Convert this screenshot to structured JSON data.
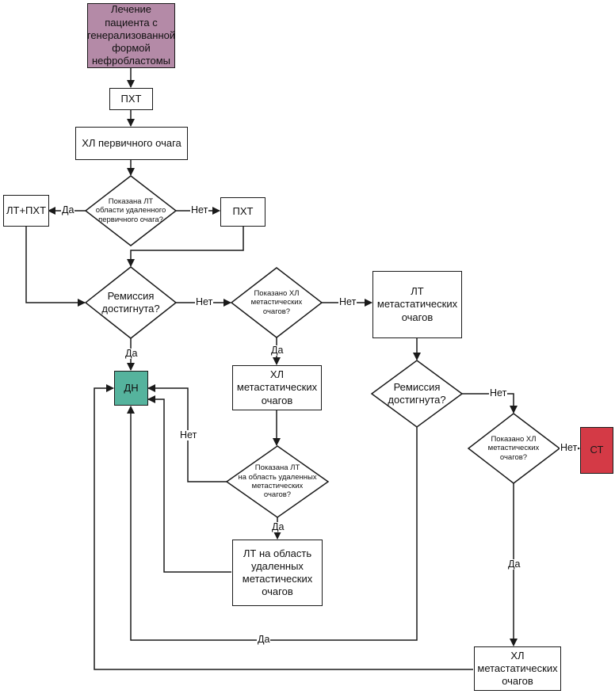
{
  "nodes": {
    "start": "Лечение\nпациента с\nгенерализованной\nформой\nнефробластомы",
    "pxt1": "ПХТ",
    "hl_primary": "ХЛ первичного очага",
    "d_lt_removed": "Показана ЛТ\nобласти удаленного\nпервичного очага?",
    "lt_pxt": "ЛТ+ПХТ",
    "pxt2": "ПХТ",
    "d_remission1": "Ремиссия\nдостигнута?",
    "d_hl_meta1": "Показано ХЛ\nметастических\nочагов?",
    "lt_meta": "ЛТ\nметастатических\nочагов",
    "dn": "ДН",
    "hl_meta1": "ХЛ\nметастатических\nочагов",
    "d_remission2": "Ремиссия\nдостигнута?",
    "d_hl_meta2": "Показано ХЛ\nметастических\nочагов?",
    "st": "СТ",
    "d_lt_meta": "Показана ЛТ\nна область удаленных\nметастических\nочагов?",
    "lt_removed_meta": "ЛТ на область\nудаленных\nметастических\nочагов",
    "hl_meta2": "ХЛ\nметастатических\nочагов"
  },
  "edges": {
    "da": "Да",
    "net": "Нет"
  },
  "colors": {
    "start": "#b48aa7",
    "dn": "#55b39d",
    "st": "#d43a46"
  }
}
